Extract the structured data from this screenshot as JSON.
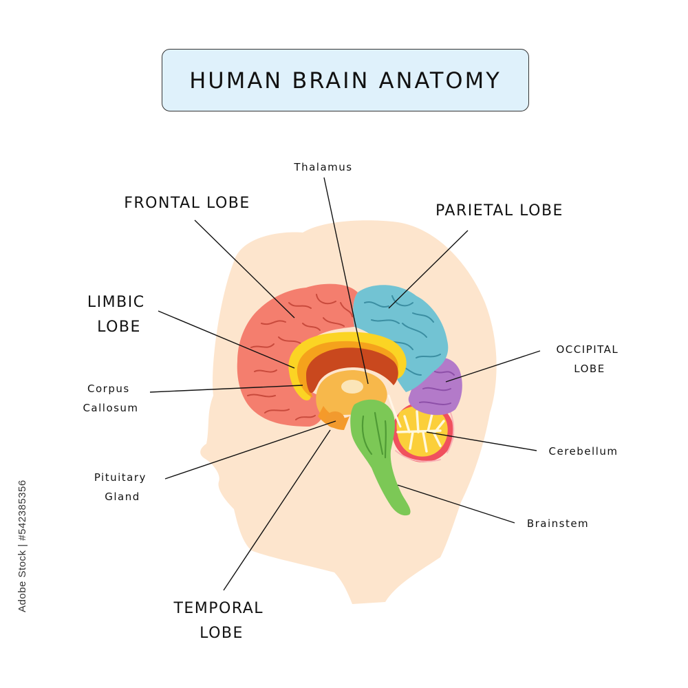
{
  "title": "HUMAN BRAIN ANATOMY",
  "labels": {
    "thalamus": "Thalamus",
    "frontal_lobe": "FRONTAL LOBE",
    "parietal_lobe": "PARIETAL LOBE",
    "limbic_lobe": [
      "LIMBIC",
      "LOBE"
    ],
    "occipital_lobe": [
      "OCCIPITAL",
      "LOBE"
    ],
    "corpus_callosum": [
      "Corpus",
      "Callosum"
    ],
    "cerebellum": "Cerebellum",
    "pituitary_gland": [
      "Pituitary",
      "Gland"
    ],
    "brainstem": "Brainstem",
    "temporal_lobe": [
      "TEMPORAL",
      "LOBE"
    ]
  },
  "stock_id": "Adobe Stock | #542385356",
  "colors": {
    "head": "#fde5cd",
    "frontal": "#f47e6e",
    "parietal": "#72c3d3",
    "occipital": "#b37ac9",
    "limbic_outer": "#fbd424",
    "limbic_inner": "#f5a21c",
    "corpus_callosum": "#c9481e",
    "thalamus": "#f7b84b",
    "brainstem": "#7cc856",
    "cerebellum_outer": "#f0505e",
    "cerebellum_inner": "#fbcf3a"
  }
}
